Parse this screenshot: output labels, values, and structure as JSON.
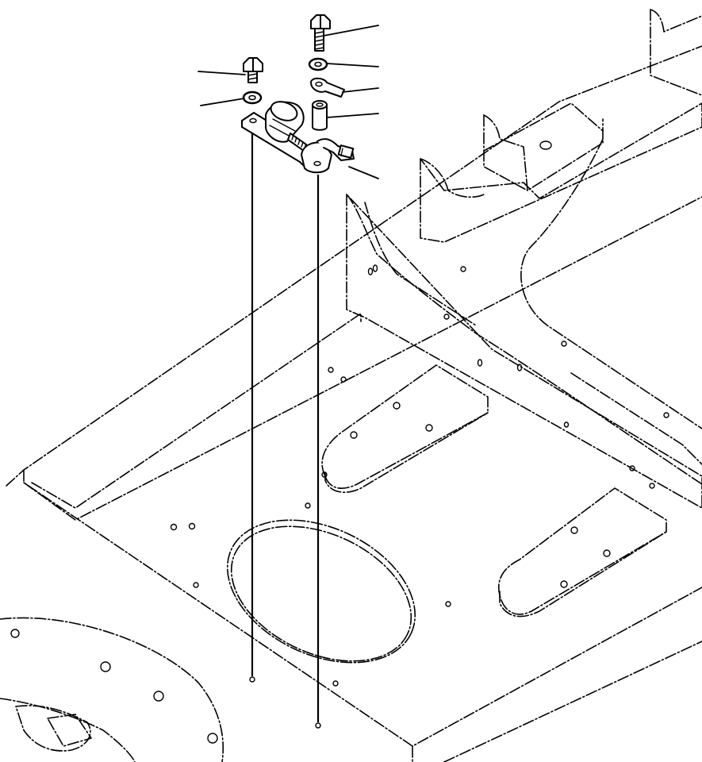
{
  "diagram": {
    "kind": "exploded parts illustration",
    "callouts_printed": false,
    "line_color": "#000000",
    "background_color": "#ffffff",
    "parts": [
      {
        "id": "bolt-upper",
        "icon": "hex-bolt-icon"
      },
      {
        "id": "washer-upper",
        "icon": "flat-washer-icon"
      },
      {
        "id": "ground-terminal",
        "icon": "ring-terminal-icon"
      },
      {
        "id": "spacer-collar",
        "icon": "collar-icon"
      },
      {
        "id": "bolt-left",
        "icon": "hex-bolt-icon"
      },
      {
        "id": "washer-left",
        "icon": "flat-washer-icon"
      },
      {
        "id": "solenoid-bracket",
        "icon": "solenoid-bracket-icon"
      }
    ]
  }
}
